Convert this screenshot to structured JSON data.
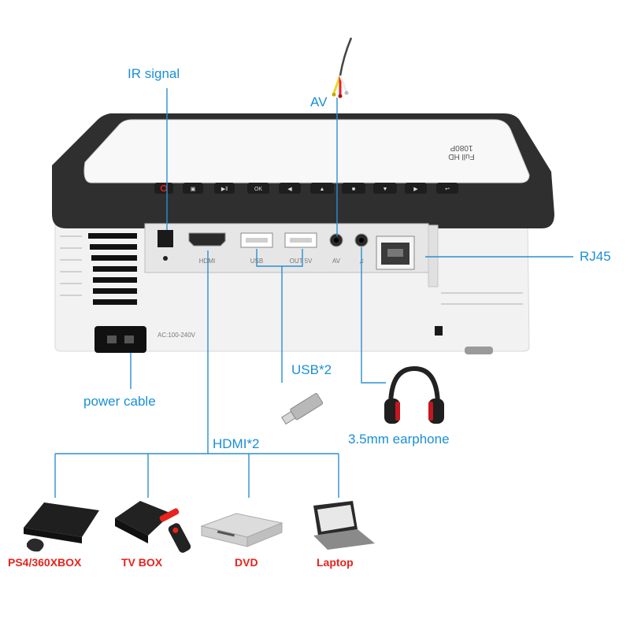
{
  "labels": {
    "ir_signal": "IR signal",
    "av": "AV",
    "rj45": "RJ45",
    "usb": "USB*2",
    "power_cable": "power cable",
    "hdmi": "HDMI*2",
    "earphone": "3.5mm earphone"
  },
  "devices": {
    "ps4": "PS4/360XBOX",
    "tvbox": "TV BOX",
    "dvd": "DVD",
    "laptop": "Laptop"
  },
  "projector": {
    "badge_line1": "Full HD",
    "badge_line2": "1080P",
    "port_hdmi": "HDMI",
    "port_usb": "USB",
    "port_out": "OUT 5V",
    "port_av": "AV",
    "power_rating": "AC:100-240V"
  },
  "colors": {
    "label_blue": "#1a8fd6",
    "device_red": "#e8231d",
    "line_blue": "#2a8fd0"
  }
}
